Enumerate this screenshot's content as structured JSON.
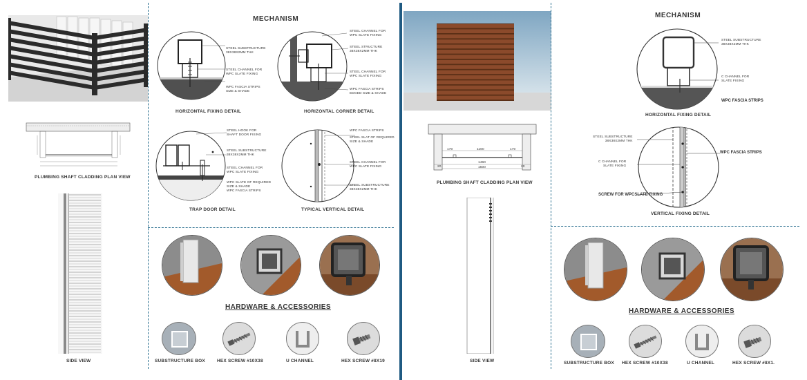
{
  "left": {
    "mechanism_title": "MECHANISM",
    "details": {
      "horizontal_fixing": {
        "caption": "HORIZONTAL FIXING DETAIL",
        "notes": [
          "STEEL SUBSTRUCTURE",
          "38X38X2MM THK",
          "STEEL CHANNEL FOR",
          "WPC SLATE FIXING",
          "WPC FASCIA STRIPS",
          "SIZE & SHADE"
        ]
      },
      "horizontal_corner": {
        "caption": "HORIZONTAL CORNER DETAIL",
        "notes": [
          "STEEL CHANNEL FOR",
          "WPC SLATE FIXING",
          "STEEL STRUCTURE",
          "38X38X2MM THK",
          "STEEL CHANNEL FOR",
          "WPC SLATE FIXING",
          "WPC FASCIA STRIPS",
          "EDGED SIZE & SHADE"
        ]
      },
      "trap_door": {
        "caption": "TRAP DOOR DETAIL",
        "notes": [
          "STEEL HOOK FOR",
          "SHAFT DOOR FIXING",
          "STEEL SUBSTRUCTURE",
          "38X38X2MM THK",
          "STEEL CHANNEL FOR",
          "WPC SLATE FIXING",
          "WPC SLATE OF REQUIRED",
          "SIZE & SHADE",
          "WPC FASCIA STRIPS"
        ]
      },
      "typical_vertical": {
        "caption": "TYPICAL VERTICAL DETAIL",
        "notes": [
          "WPC FASCIA STRIPS",
          "STEEL SLAT OF REQUIRED",
          "SIZE & SHADE",
          "STEEL CHANNEL FOR",
          "WPC SLATE FIXING",
          "STEEL SUBSTRUCTURE",
          "38X38X2MM THK"
        ]
      }
    },
    "plan_caption": "PLUMBING SHAFT CLADDING PLAN VIEW",
    "side_caption": "SIDE VIEW",
    "hardware_title": "HARDWARE & ACCESSORIES",
    "hardware": [
      "SUBSTRUCTURE BOX",
      "HEX SCREW #10X38",
      "U CHANNEL",
      "HEX SCREW #8X19"
    ]
  },
  "right": {
    "mechanism_title": "MECHANISM",
    "horizontal_fixing": {
      "caption": "HORIZONTAL FIXING DETAIL",
      "notes": [
        "STEEL SUBSTRUCTURE",
        "38X38X2MM THK",
        "C CHANNEL FOR",
        "SLATE FIXING"
      ],
      "callout": "WPC FASCIA STRIPS"
    },
    "vertical_fixing": {
      "caption": "VERTICAL FIXING DETAIL",
      "notes_left": [
        "STEEL SUBSTRUCTURE",
        "38X38X2MM THK",
        "C CHANNEL FOR",
        "SLATE FIXING"
      ],
      "callout_right": "WPC FASCIA STRIPS",
      "callout_left": [
        "SCREW FOR WPC",
        "SLATE FIXING"
      ]
    },
    "plan_caption": "PLUMBING SHAFT CLADDING PLAN VIEW",
    "plan_dims": [
      "170",
      "1160",
      "170",
      "20",
      "1460",
      "1500",
      "20"
    ],
    "side_caption": "SIDE VIEW",
    "hardware_title": "HARDWARE & ACCESSORIES",
    "hardware": [
      "SUBSTRUCTURE BOX",
      "HEX SCREW #10X38",
      "U CHANNEL",
      "HEX SCREW #8X1."
    ]
  },
  "colors": {
    "divider": "#1f5a82",
    "dashed_rule": "#2a6f8f",
    "wood": "#8b4a2b",
    "steel": "#3a3a3a"
  }
}
